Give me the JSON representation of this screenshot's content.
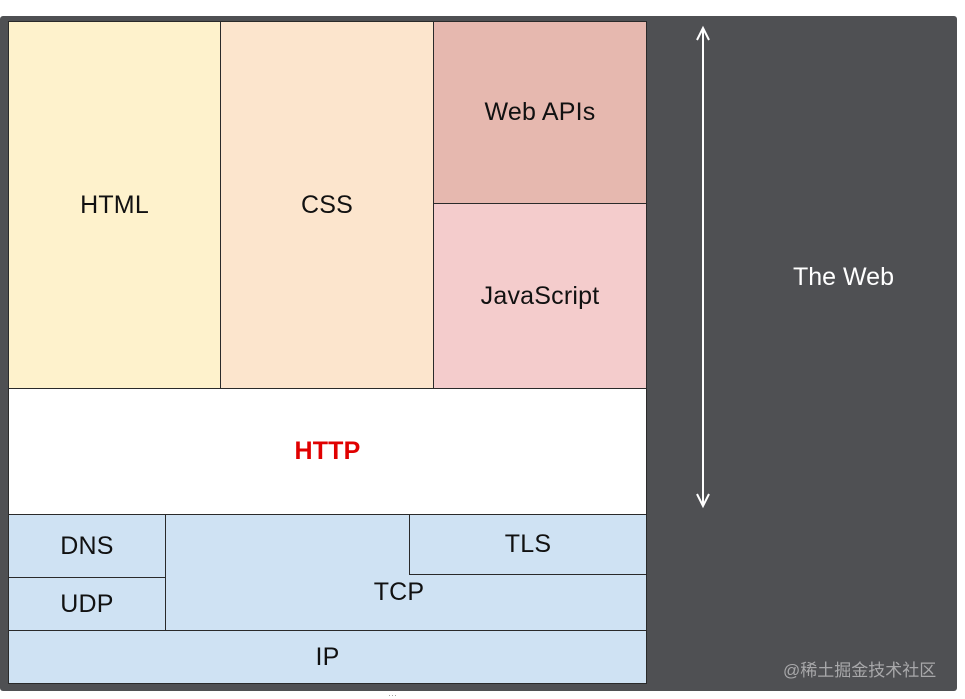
{
  "diagram": {
    "layers": {
      "html": "HTML",
      "css": "CSS",
      "web_apis": "Web APIs",
      "javascript": "JavaScript",
      "http": "HTTP",
      "dns": "DNS",
      "udp": "UDP",
      "tls": "TLS",
      "tcp": "TCP",
      "ip": "IP"
    },
    "bracket_label": "The Web",
    "watermark": "@稀土掘金技术社区"
  },
  "colors": {
    "frame_background": "#4f5053",
    "html_fill": "#fef2cc",
    "css_fill": "#fce5cd",
    "web_apis_fill": "#e6b8af",
    "javascript_fill": "#f4cccc",
    "http_fill": "#ffffff",
    "http_text": "#e00000",
    "network_fill": "#cfe2f3",
    "arrow": "#ffffff"
  }
}
